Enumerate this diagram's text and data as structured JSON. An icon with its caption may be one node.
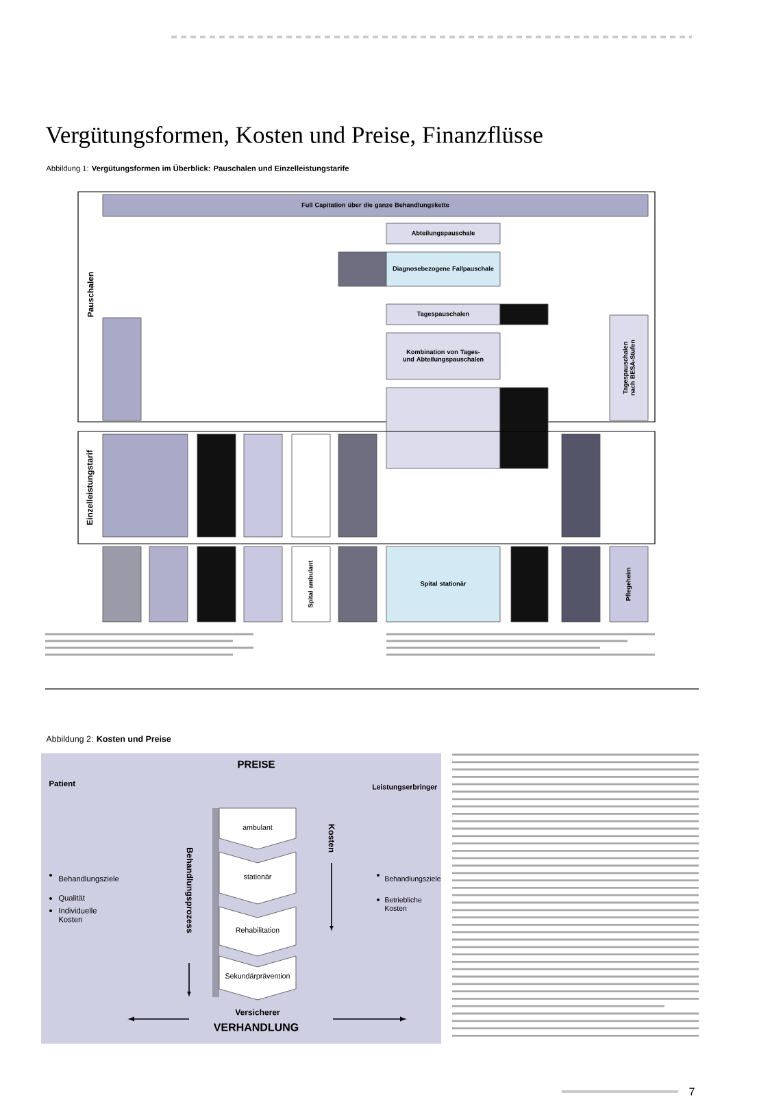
{
  "diagram": {
    "title": "Vergütungsformen, Kosten und Preise, Finanzflüsse",
    "nodes": [
      {
        "text": [
          "Pauschalen"
        ]
      },
      {
        "text": [
          "Full Capitation über die ganze Behandlungskette"
        ],
        "in": 0
      },
      {
        "text": [
          "Abteilungspauschale"
        ],
        "in": 0
      },
      {
        "text": [],
        "shape": "box",
        "in": 0
      },
      {
        "text": [
          "Diagnosebezogene Fallpauschale"
        ],
        "in": 0
      },
      {
        "text": [
          "Tagespauschalen"
        ],
        "in": 0
      },
      {
        "text": [],
        "shape": "box",
        "in": 0
      },
      {
        "text": [
          "Kombination von Tages- und Abteilungspauschalen"
        ],
        "in": 0
      },
      {
        "text": [],
        "shape": "box",
        "in": 0
      },
      {
        "text": [
          "Tagespauschalen nach BESA-Stufen"
        ],
        "in": 0
      },
      {
        "text": [],
        "shape": "box"
      },
      {
        "text": [],
        "shape": "box"
      },
      {
        "text": [
          "Einzelleistungstarif"
        ]
      },
      {
        "text": [],
        "shape": "box",
        "in": 12
      },
      {
        "text": [],
        "shape": "box",
        "in": 12
      },
      {
        "text": [],
        "shape": "box",
        "in": 12
      },
      {
        "text": [],
        "shape": "box",
        "in": 12
      },
      {
        "text": [],
        "shape": "box",
        "in": 12
      },
      {
        "text": [],
        "shape": "box",
        "in": 12
      },
      {
        "text": [],
        "shape": "box"
      },
      {
        "text": [],
        "shape": "box"
      },
      {
        "text": [],
        "shape": "box"
      },
      {
        "text": [],
        "shape": "box"
      },
      {
        "text": [
          "Spital ambulant"
        ]
      },
      {
        "text": [],
        "shape": "box"
      },
      {
        "text": [
          "Spital stationär"
        ]
      },
      {
        "text": [],
        "shape": "box"
      },
      {
        "text": [],
        "shape": "box"
      },
      {
        "text": [
          "Pflegeheim"
        ]
      },
      {
        "text": [
          "ambulant"
        ]
      },
      {
        "text": [
          "stationär"
        ]
      },
      {
        "text": [
          "Rehabilitation"
        ]
      },
      {
        "text": [
          "Sekundärprävention"
        ]
      }
    ],
    "labels": [
      "Abbildung 1: **Vergütungsformen im Überblick: Pauschalen und Einzelleistungstarife**",
      "Abbildung 2: **Kosten und Preise**",
      "PREISE",
      "Patient",
      "Leistungserbringer",
      "Behandlungsprozess",
      "Kosten",
      "Behandlungsziele",
      "Qualität",
      "Individuelle Kosten",
      "Behandlungsziele",
      "Betriebliche Kosten",
      "Versicherer",
      "VERHANDLUNG",
      "7"
    ]
  }
}
